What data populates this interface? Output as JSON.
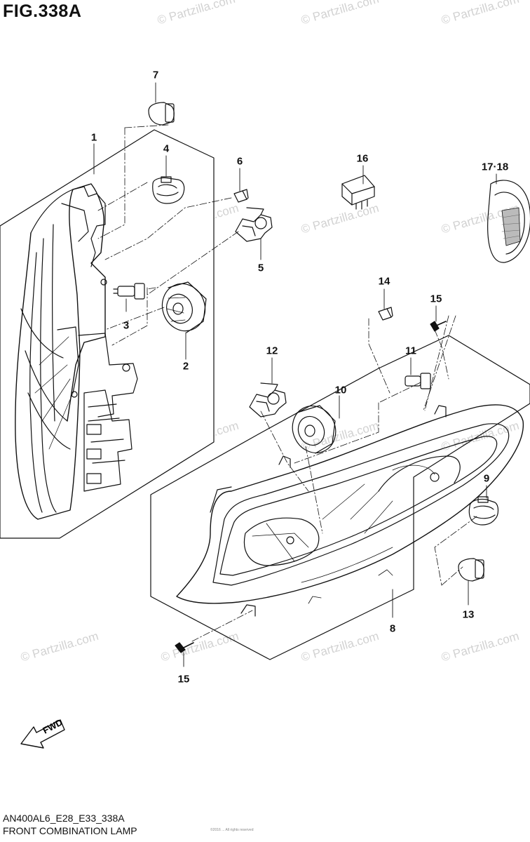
{
  "figure": {
    "title": "FIG.338A",
    "code": "AN400AL6_E28_E33_338A",
    "name": "FRONT COMBINATION LAMP",
    "fine_print": "©2016 ... All rights reserved"
  },
  "fwd_label": "FWD",
  "watermark_text": "© Partzilla.com",
  "callouts": [
    {
      "id": "c1",
      "text": "1"
    },
    {
      "id": "c2",
      "text": "2"
    },
    {
      "id": "c3",
      "text": "3"
    },
    {
      "id": "c4",
      "text": "4"
    },
    {
      "id": "c5",
      "text": "5"
    },
    {
      "id": "c6",
      "text": "6"
    },
    {
      "id": "c7",
      "text": "7"
    },
    {
      "id": "c8",
      "text": "8"
    },
    {
      "id": "c9",
      "text": "9"
    },
    {
      "id": "c10",
      "text": "10"
    },
    {
      "id": "c11",
      "text": "11"
    },
    {
      "id": "c12",
      "text": "12"
    },
    {
      "id": "c13",
      "text": "13"
    },
    {
      "id": "c14",
      "text": "14"
    },
    {
      "id": "c15a",
      "text": "15"
    },
    {
      "id": "c15b",
      "text": "15"
    },
    {
      "id": "c16",
      "text": "16"
    },
    {
      "id": "c1718",
      "text": "17·18"
    }
  ]
}
